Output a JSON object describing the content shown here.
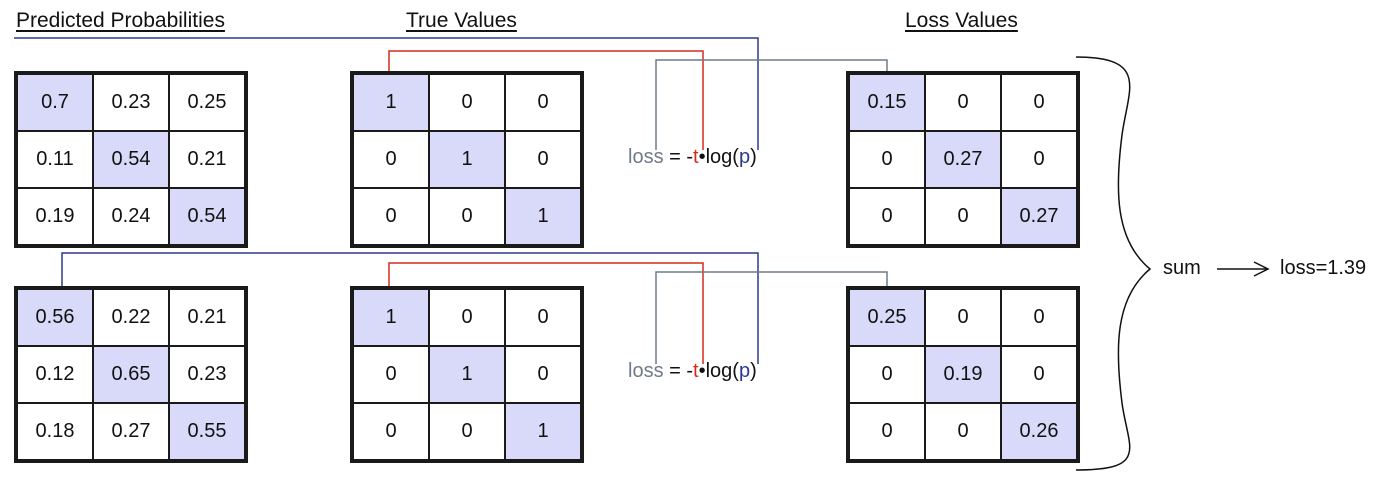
{
  "headers": {
    "predicted": "Predicted Probabilities",
    "true_values": "True Values",
    "loss_values": "Loss Values"
  },
  "examples": [
    {
      "predicted": [
        [
          "0.7",
          "0.23",
          "0.25"
        ],
        [
          "0.11",
          "0.54",
          "0.21"
        ],
        [
          "0.19",
          "0.24",
          "0.54"
        ]
      ],
      "true": [
        [
          "1",
          "0",
          "0"
        ],
        [
          "0",
          "1",
          "0"
        ],
        [
          "0",
          "0",
          "1"
        ]
      ],
      "loss": [
        [
          "0.15",
          "0",
          "0"
        ],
        [
          "0",
          "0.27",
          "0"
        ],
        [
          "0",
          "0",
          "0.27"
        ]
      ]
    },
    {
      "predicted": [
        [
          "0.56",
          "0.22",
          "0.21"
        ],
        [
          "0.12",
          "0.65",
          "0.23"
        ],
        [
          "0.18",
          "0.27",
          "0.55"
        ]
      ],
      "true": [
        [
          "1",
          "0",
          "0"
        ],
        [
          "0",
          "1",
          "0"
        ],
        [
          "0",
          "0",
          "1"
        ]
      ],
      "loss": [
        [
          "0.25",
          "0",
          "0"
        ],
        [
          "0",
          "0.19",
          "0"
        ],
        [
          "0",
          "0",
          "0.26"
        ]
      ]
    }
  ],
  "formula": {
    "loss": "loss",
    "equals": " = -",
    "t": "t",
    "dot_log": "•log(",
    "p": "p",
    "close": ")"
  },
  "sum_label": "sum",
  "total_loss": "loss=1.39",
  "colors": {
    "highlight": "#d9d9fa",
    "line_blue": "#2b3a8c",
    "line_red": "#d52b1e",
    "line_gray": "#6f7b88"
  }
}
